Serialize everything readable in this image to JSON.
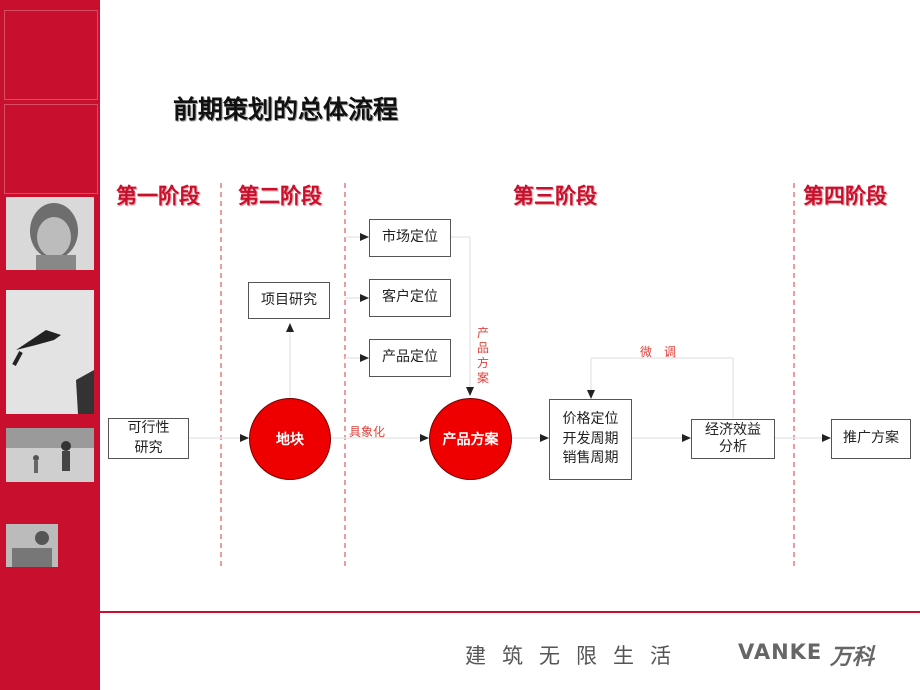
{
  "title": "前期策划的总体流程",
  "stages": [
    "第一阶段",
    "第二阶段",
    "第三阶段",
    "第四阶段"
  ],
  "boxes": {
    "feasibility": [
      "可行性",
      "研究"
    ],
    "project_research": "项目研究",
    "market_position": "市场定位",
    "customer_position": "客户定位",
    "product_position": "产品定位",
    "pricing_cycles": [
      "价格定位",
      "开发周期",
      "销售周期"
    ],
    "economic_analysis": [
      "经济效益",
      "分析"
    ],
    "promotion_plan": "推广方案"
  },
  "circles": {
    "land": "地块",
    "product_plan": "产品方案"
  },
  "notes": {
    "concretize": "具象化",
    "fine_tune": "微　调",
    "product_plan_vertical": [
      "产",
      "品",
      "方",
      "案"
    ]
  },
  "footer": {
    "slogan": "建筑无限生活",
    "brand": "VANKE",
    "brand_cn": "万科"
  },
  "colors": {
    "brand_red": "#c8102e",
    "circle_red": "#ee0000",
    "note_red": "#e0403a"
  }
}
